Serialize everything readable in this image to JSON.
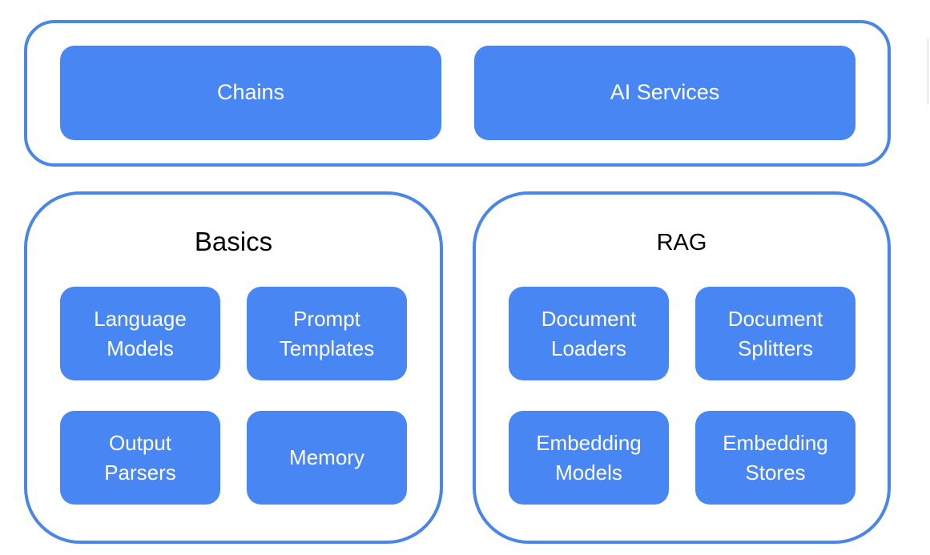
{
  "colors": {
    "group_border": "#4a86e8",
    "box_fill": "#4886f3",
    "box_text": "#ffffff",
    "title_text": "#000000"
  },
  "top_layer": {
    "items": [
      {
        "label": "Chains"
      },
      {
        "label": "AI Services"
      }
    ]
  },
  "basics": {
    "title": "Basics",
    "items": [
      {
        "label": "Language\nModels"
      },
      {
        "label": "Prompt\nTemplates"
      },
      {
        "label": "Output\nParsers"
      },
      {
        "label": "Memory"
      }
    ]
  },
  "rag": {
    "title": "RAG",
    "items": [
      {
        "label": "Document\nLoaders"
      },
      {
        "label": "Document\nSplitters"
      },
      {
        "label": "Embedding\nModels"
      },
      {
        "label": "Embedding\nStores"
      }
    ]
  }
}
